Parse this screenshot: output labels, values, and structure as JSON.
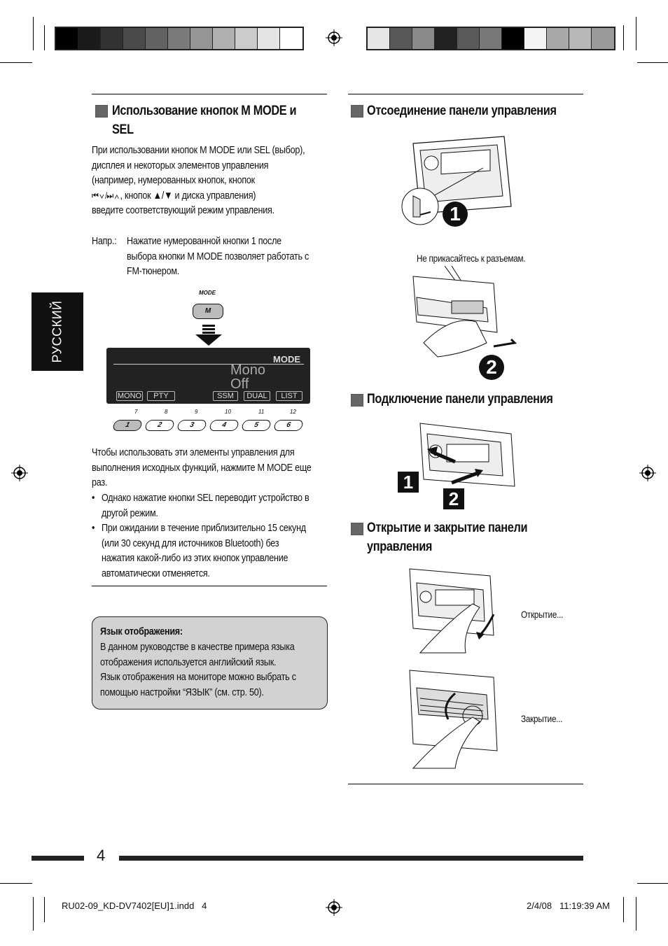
{
  "left": {
    "heading": "Использование кнопок M MODE и SEL",
    "heading_line1": "Использование кнопок M MODE и",
    "heading_line2": "SEL",
    "intro_lines": [
      "При использовании кнопок M MODE или SEL (выбор),",
      "дисплея и некоторых элементов управления",
      "(например, нумерованных кнопок, кнопок"
    ],
    "intro_line4_suffix": ", кнопок ▲/▼ и диска управления)",
    "intro_line5": "введите соответствующий режим управления.",
    "example_label": "Напр.:",
    "example_lines": [
      "Нажатие нумерованной кнопки 1 после",
      "выбора кнопки M MODE позволяет работать с",
      "FM-тюнером."
    ],
    "mode_caption": "MODE",
    "mode_button": "M",
    "display": {
      "mode_label": "MODE",
      "line1": "Mono",
      "line2": "Off",
      "buttons": [
        "MONO",
        "PTY",
        "SSM",
        "DUAL",
        "LIST"
      ]
    },
    "preset_top_labels": [
      "7",
      "8",
      "9",
      "10",
      "11",
      "12"
    ],
    "preset_buttons": [
      "1",
      "2",
      "3",
      "4",
      "5",
      "6"
    ],
    "body_lines": [
      "Чтобы использовать эти элементы управления для",
      "выполнения исходных функций, нажмите M MODE еще",
      "раз."
    ],
    "bullets": [
      [
        "Однако нажатие кнопки SEL переводит устройство в",
        "другой режим."
      ],
      [
        "При ожидании в течение приблизительно 15 секунд",
        "(или 30 секунд для источников Bluetooth) без",
        "нажатия какой-либо из этих кнопок управление",
        "автоматически отменяется."
      ]
    ],
    "note": {
      "title": "Язык отображения:",
      "lines": [
        "В данном руководстве в качестве примера языка",
        "отображения используется английский язык.",
        "Язык отображения на мониторе можно выбрать с",
        "помощью настройки “ЯЗЫК” (см. стр. 50)."
      ]
    }
  },
  "right": {
    "detach_heading": "Отсоединение панели управления",
    "connector_note": "Не прикасайтесь к разъемам.",
    "attach_heading": "Подключение панели управления",
    "open_close_heading_line1": "Открытие и закрытие панели",
    "open_close_heading_line2": "управления",
    "opening_label": "Открытие...",
    "closing_label": "Закрытие...",
    "step_numbers": [
      "1",
      "2"
    ]
  },
  "side_tab": "РУССКИЙ",
  "page_number": "4",
  "footer": {
    "file": "RU02-09_KD-DV7402[EU]1.indd   4",
    "datetime": "2/4/08   11:19:39 AM"
  },
  "colors": {
    "swatches_left": [
      "#000000",
      "#1b1b1b",
      "#333333",
      "#4a4a4a",
      "#626262",
      "#7b7b7b",
      "#959595",
      "#b0b0b0",
      "#cbcbcb",
      "#e4e4e4",
      "#ffffff"
    ],
    "swatches_right": [
      "#e6e6e6",
      "#585858",
      "#8a8a8a",
      "#222222",
      "#5a5a5a",
      "#787878",
      "#000000",
      "#f4f4f4",
      "#a8a8a8",
      "#b8b8b8",
      "#9a9a9a"
    ]
  }
}
